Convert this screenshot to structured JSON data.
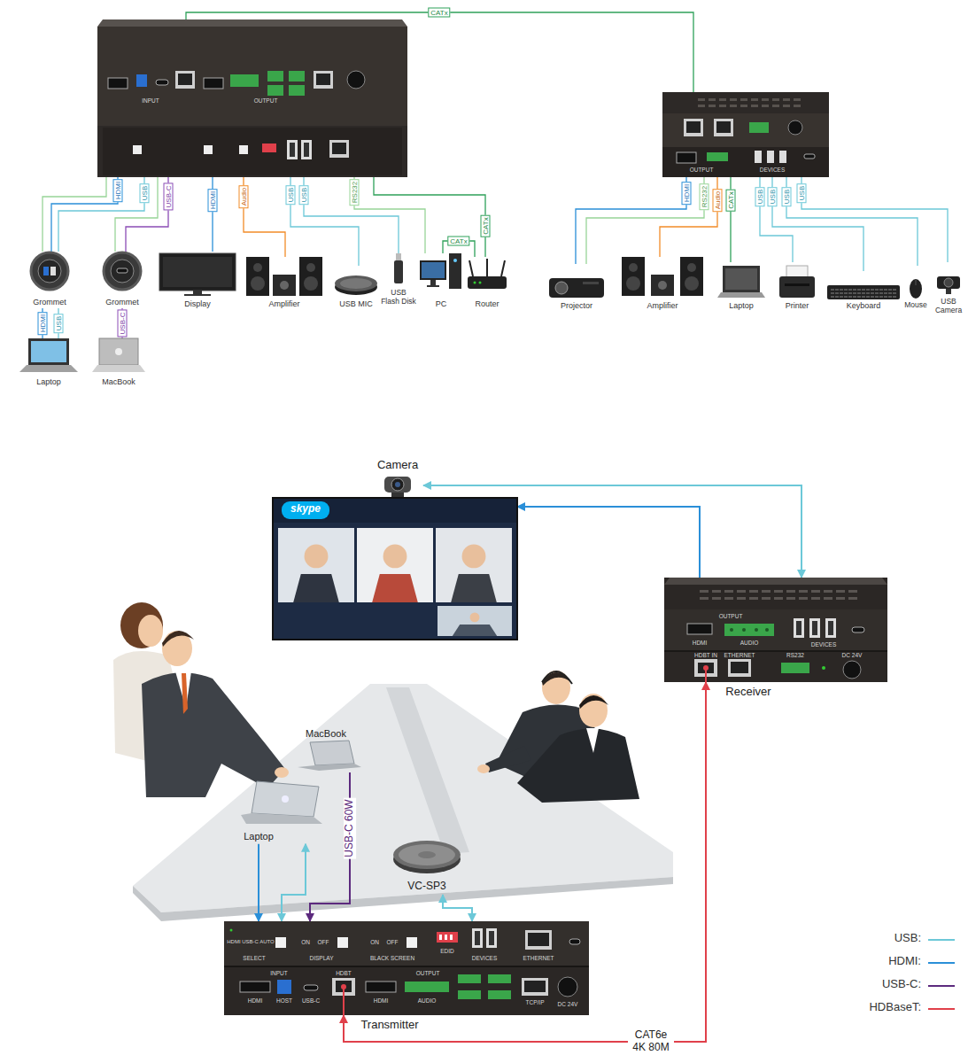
{
  "diagram": {
    "nodes": [
      {
        "text": [
          "INPUT",
          "OUTPUT"
        ]
      },
      {
        "text": [
          "OUTPUT",
          "DEVICES"
        ]
      },
      {
        "text": [
          "Grommet"
        ]
      },
      {
        "text": [
          "Grommet"
        ]
      },
      {
        "text": [
          "Display"
        ]
      },
      {
        "text": [
          "Amplifier"
        ]
      },
      {
        "text": [
          "USB MIC"
        ]
      },
      {
        "text": [
          "USB Flash Disk"
        ]
      },
      {
        "text": [
          "PC"
        ]
      },
      {
        "text": [
          "Router"
        ]
      },
      {
        "text": [
          "Laptop"
        ]
      },
      {
        "text": [
          "MacBook"
        ]
      },
      {
        "text": [
          "Projector"
        ]
      },
      {
        "text": [
          "Amplifier"
        ]
      },
      {
        "text": [
          "Laptop"
        ]
      },
      {
        "text": [
          "Printer"
        ]
      },
      {
        "text": [
          "Keyboard"
        ]
      },
      {
        "text": [
          "Mouse"
        ]
      },
      {
        "text": [
          "USB Camera"
        ]
      },
      {
        "text": [
          "Camera"
        ]
      },
      {
        "text": [
          "skype"
        ]
      },
      {
        "text": [
          "OUTPUT",
          "HDMI",
          "AUDIO",
          "DEVICES",
          "HDBT IN",
          "ETHERNET",
          "RS232",
          "DC 24V",
          "Receiver"
        ]
      },
      {
        "text": [
          "MacBook"
        ]
      },
      {
        "text": [
          "Laptop"
        ]
      },
      {
        "text": [
          "VC-SP3"
        ]
      },
      {
        "text": [
          "HDMI USB-C AUTO",
          "SELECT",
          "ON",
          "OFF",
          "DISPLAY",
          "ON",
          "OFF",
          "BLACK SCREEN",
          "EDID",
          "DEVICES",
          "ETHERNET",
          "INPUT",
          "HDMI",
          "HOST",
          "USB-C",
          "HDBT",
          "OUTPUT",
          "HDMI",
          "AUDIO",
          "TCP/IP",
          "DC 24V",
          "Transmitter"
        ]
      }
    ],
    "edges": [
      {
        "from": 0,
        "to": 1,
        "label": "CATx",
        "arrow": "none"
      },
      {
        "from": 2,
        "to": 0,
        "label": "HDMI",
        "arrow": "none"
      },
      {
        "from": 2,
        "to": 0,
        "label": "USB",
        "arrow": "none"
      },
      {
        "from": 2,
        "to": 0,
        "arrow": "none"
      },
      {
        "from": 3,
        "to": 0,
        "label": "USB-C",
        "arrow": "none"
      },
      {
        "from": 3,
        "to": 0,
        "arrow": "none"
      },
      {
        "from": 4,
        "to": 0,
        "label": "HDMI",
        "arrow": "none"
      },
      {
        "from": 5,
        "to": 0,
        "label": "Audio",
        "arrow": "none"
      },
      {
        "from": 6,
        "to": 0,
        "label": "USB",
        "arrow": "none"
      },
      {
        "from": 7,
        "to": 0,
        "label": "USB",
        "arrow": "none"
      },
      {
        "from": 8,
        "to": 0,
        "label": "RS232",
        "arrow": "none"
      },
      {
        "from": 9,
        "to": 0,
        "label": "CATx",
        "arrow": "none"
      },
      {
        "from": 8,
        "to": 9,
        "label": "CATx",
        "arrow": "none"
      },
      {
        "from": 10,
        "to": 2,
        "label": "HDMI",
        "arrow": "none"
      },
      {
        "from": 10,
        "to": 2,
        "label": "USB",
        "arrow": "none"
      },
      {
        "from": 11,
        "to": 3,
        "label": "USB-C",
        "arrow": "none"
      },
      {
        "from": 12,
        "to": 1,
        "label": "HDMI",
        "arrow": "none"
      },
      {
        "from": 12,
        "to": 1,
        "label": "RS232",
        "arrow": "none"
      },
      {
        "from": 13,
        "to": 1,
        "label": "Audio",
        "arrow": "none"
      },
      {
        "from": 14,
        "to": 1,
        "label": "CATx",
        "arrow": "none"
      },
      {
        "from": 15,
        "to": 1,
        "label": "USB",
        "arrow": "none"
      },
      {
        "from": 16,
        "to": 1,
        "label": "USB",
        "arrow": "none"
      },
      {
        "from": 17,
        "to": 1,
        "label": "USB",
        "arrow": "none"
      },
      {
        "from": 18,
        "to": 1,
        "label": "USB",
        "arrow": "none"
      },
      {
        "from": 19,
        "to": 21,
        "arrow": "both"
      },
      {
        "from": 21,
        "to": 20,
        "arrow": "to"
      },
      {
        "from": 25,
        "to": 21,
        "label": "CAT6e 4K 80M",
        "arrow": "both"
      },
      {
        "from": 23,
        "to": 25,
        "arrow": "to"
      },
      {
        "from": 23,
        "to": 25,
        "arrow": "both"
      },
      {
        "from": 22,
        "to": 25,
        "label": "USB-C 60W",
        "arrow": "to"
      },
      {
        "from": 24,
        "to": 25,
        "arrow": "both"
      }
    ],
    "legend": [
      {
        "text": "USB:",
        "color": "#6cc8d8"
      },
      {
        "text": "HDMI:",
        "color": "#2a8fd8"
      },
      {
        "text": "USB-C:",
        "color": "#5c2a7e"
      },
      {
        "text": "HDBaseT:",
        "color": "#e0404a"
      }
    ]
  }
}
